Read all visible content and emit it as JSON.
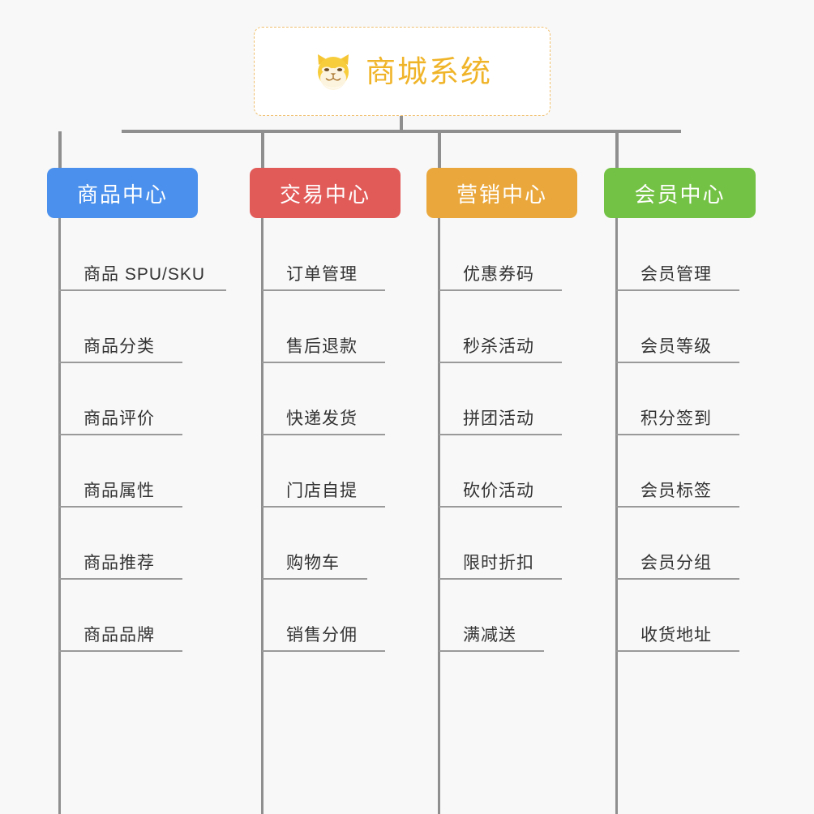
{
  "page": {
    "background_color": "#f8f8f8",
    "type": "organization-tree-diagram"
  },
  "root": {
    "title": "商城系统",
    "icon": "shiba-dog-face-emoji",
    "text_color": "#f0b429",
    "border_color": "#f0c070",
    "background_color": "#ffffff"
  },
  "connector": {
    "color": "#8f8f8f"
  },
  "columns": [
    {
      "header": "商品中心",
      "color": "#4a90ec",
      "items": [
        "商品 SPU/SKU",
        "商品分类",
        "商品评价",
        "商品属性",
        "商品推荐",
        "商品品牌"
      ]
    },
    {
      "header": "交易中心",
      "color": "#e15b59",
      "items": [
        "订单管理",
        "售后退款",
        "快递发货",
        "门店自提",
        "购物车",
        "销售分佣"
      ]
    },
    {
      "header": "营销中心",
      "color": "#eaa83c",
      "items": [
        "优惠券码",
        "秒杀活动",
        "拼团活动",
        "砍价活动",
        "限时折扣",
        "满减送"
      ]
    },
    {
      "header": "会员中心",
      "color": "#74c245",
      "items": [
        "会员管理",
        "会员等级",
        "积分签到",
        "会员标签",
        "会员分组",
        "收货地址"
      ]
    }
  ]
}
